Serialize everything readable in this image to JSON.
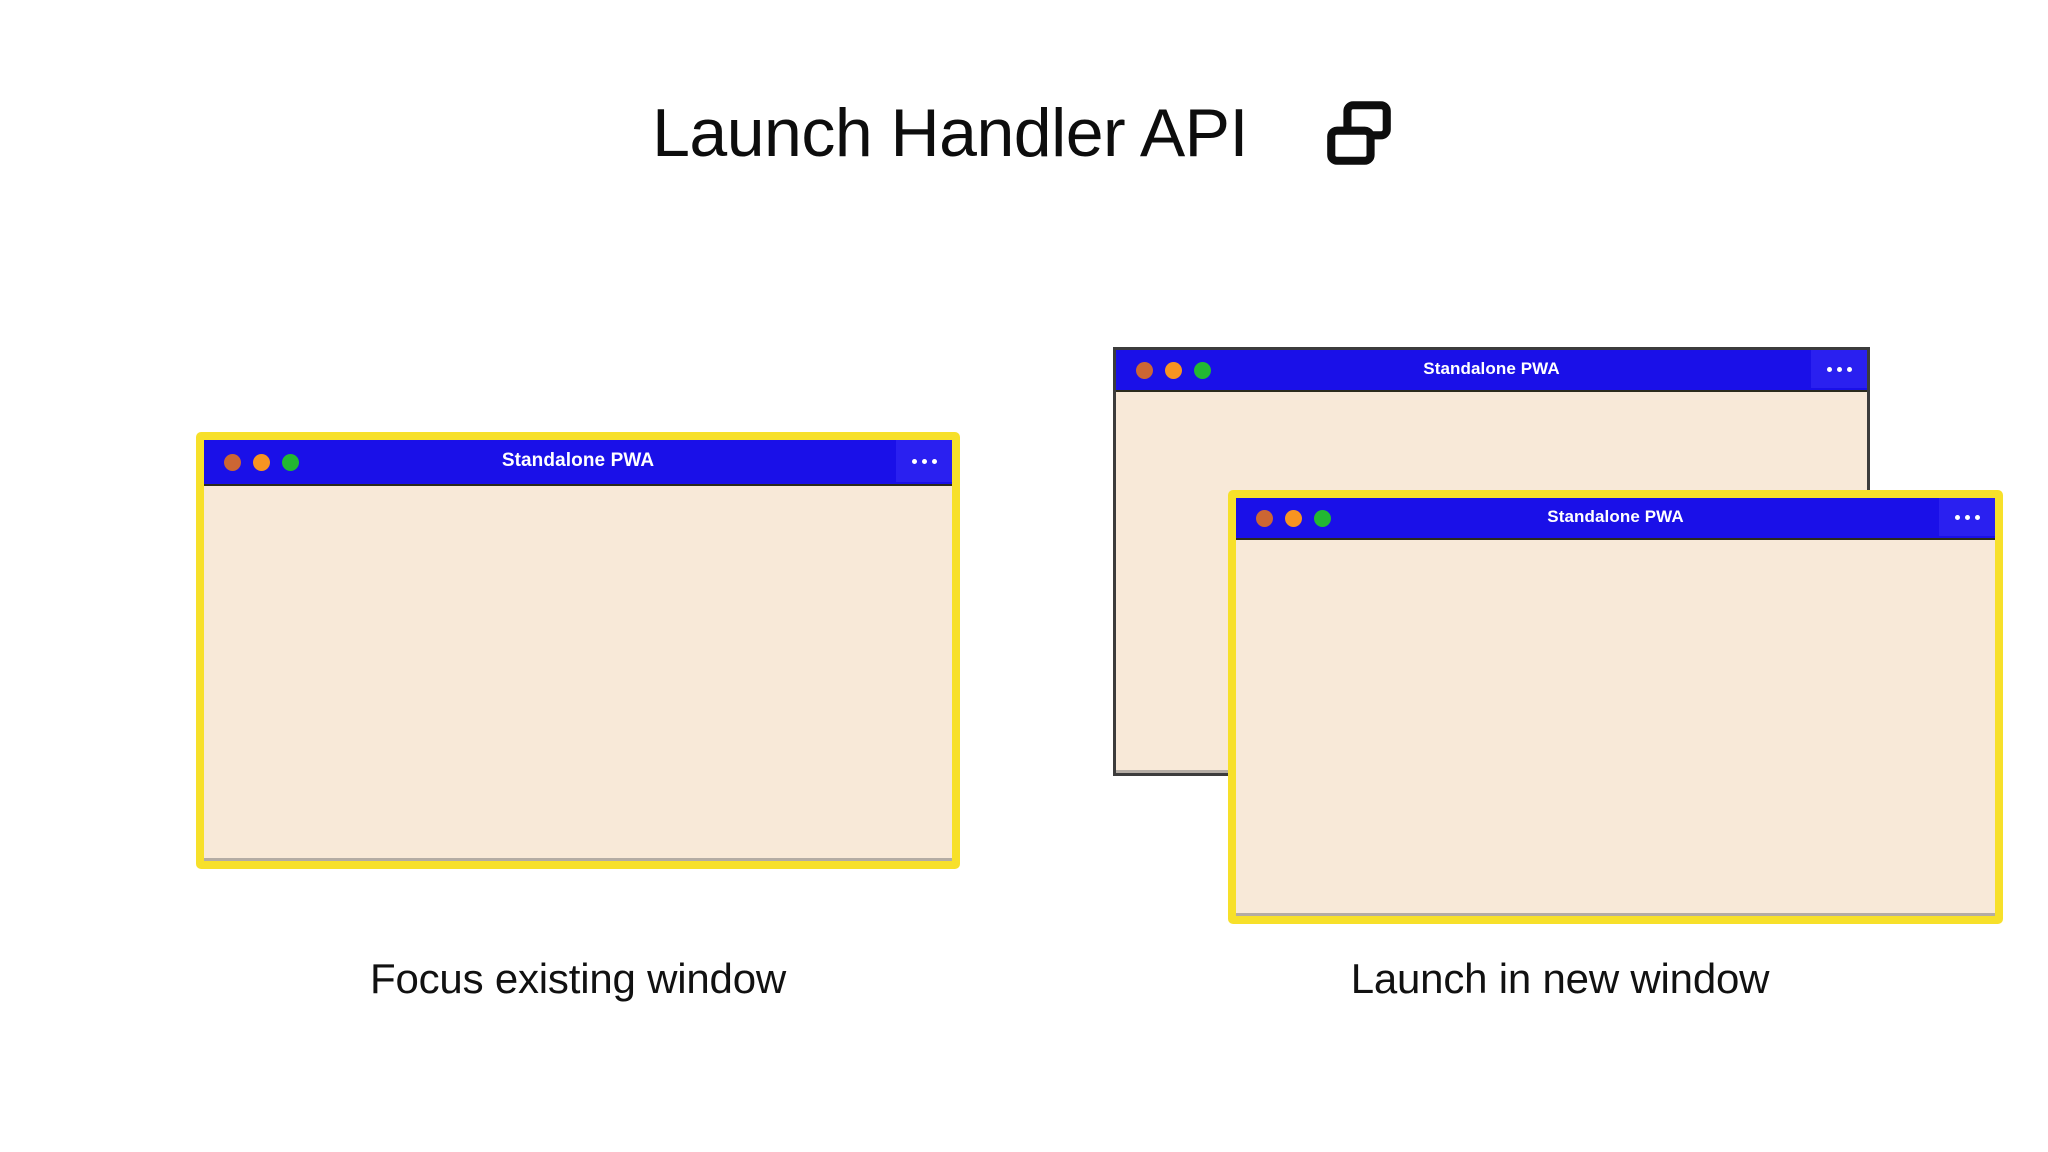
{
  "page": {
    "title": "Launch Handler API",
    "title_icon": "two-windows-icon",
    "background_color": "#ffffff"
  },
  "colors": {
    "titlebar_blue": "#1a10e8",
    "menu_button_blue": "#2a20f0",
    "content_cream": "#f8e9d8",
    "highlight_yellow": "#f7e02a",
    "inactive_border": "#3c3c3c",
    "light_red": "#cc6633",
    "light_amber": "#f79421",
    "light_green": "#22b832",
    "text_dark": "#111111",
    "title_text_white": "#ffffff"
  },
  "panels": [
    {
      "id": "focus-existing-window",
      "caption": "Focus existing window",
      "windows": [
        {
          "id": "left-window",
          "title": "Standalone PWA",
          "highlighted": true,
          "menu_label": "•••",
          "traffic_lights": [
            "close",
            "minimize",
            "maximize"
          ]
        }
      ]
    },
    {
      "id": "launch-in-new-window",
      "caption": "Launch in new window",
      "windows": [
        {
          "id": "back-window",
          "title": "Standalone PWA",
          "highlighted": false,
          "menu_label": "•••",
          "traffic_lights": [
            "close",
            "minimize",
            "maximize"
          ]
        },
        {
          "id": "front-window",
          "title": "Standalone PWA",
          "highlighted": true,
          "menu_label": "•••",
          "traffic_lights": [
            "close",
            "minimize",
            "maximize"
          ]
        }
      ]
    }
  ]
}
